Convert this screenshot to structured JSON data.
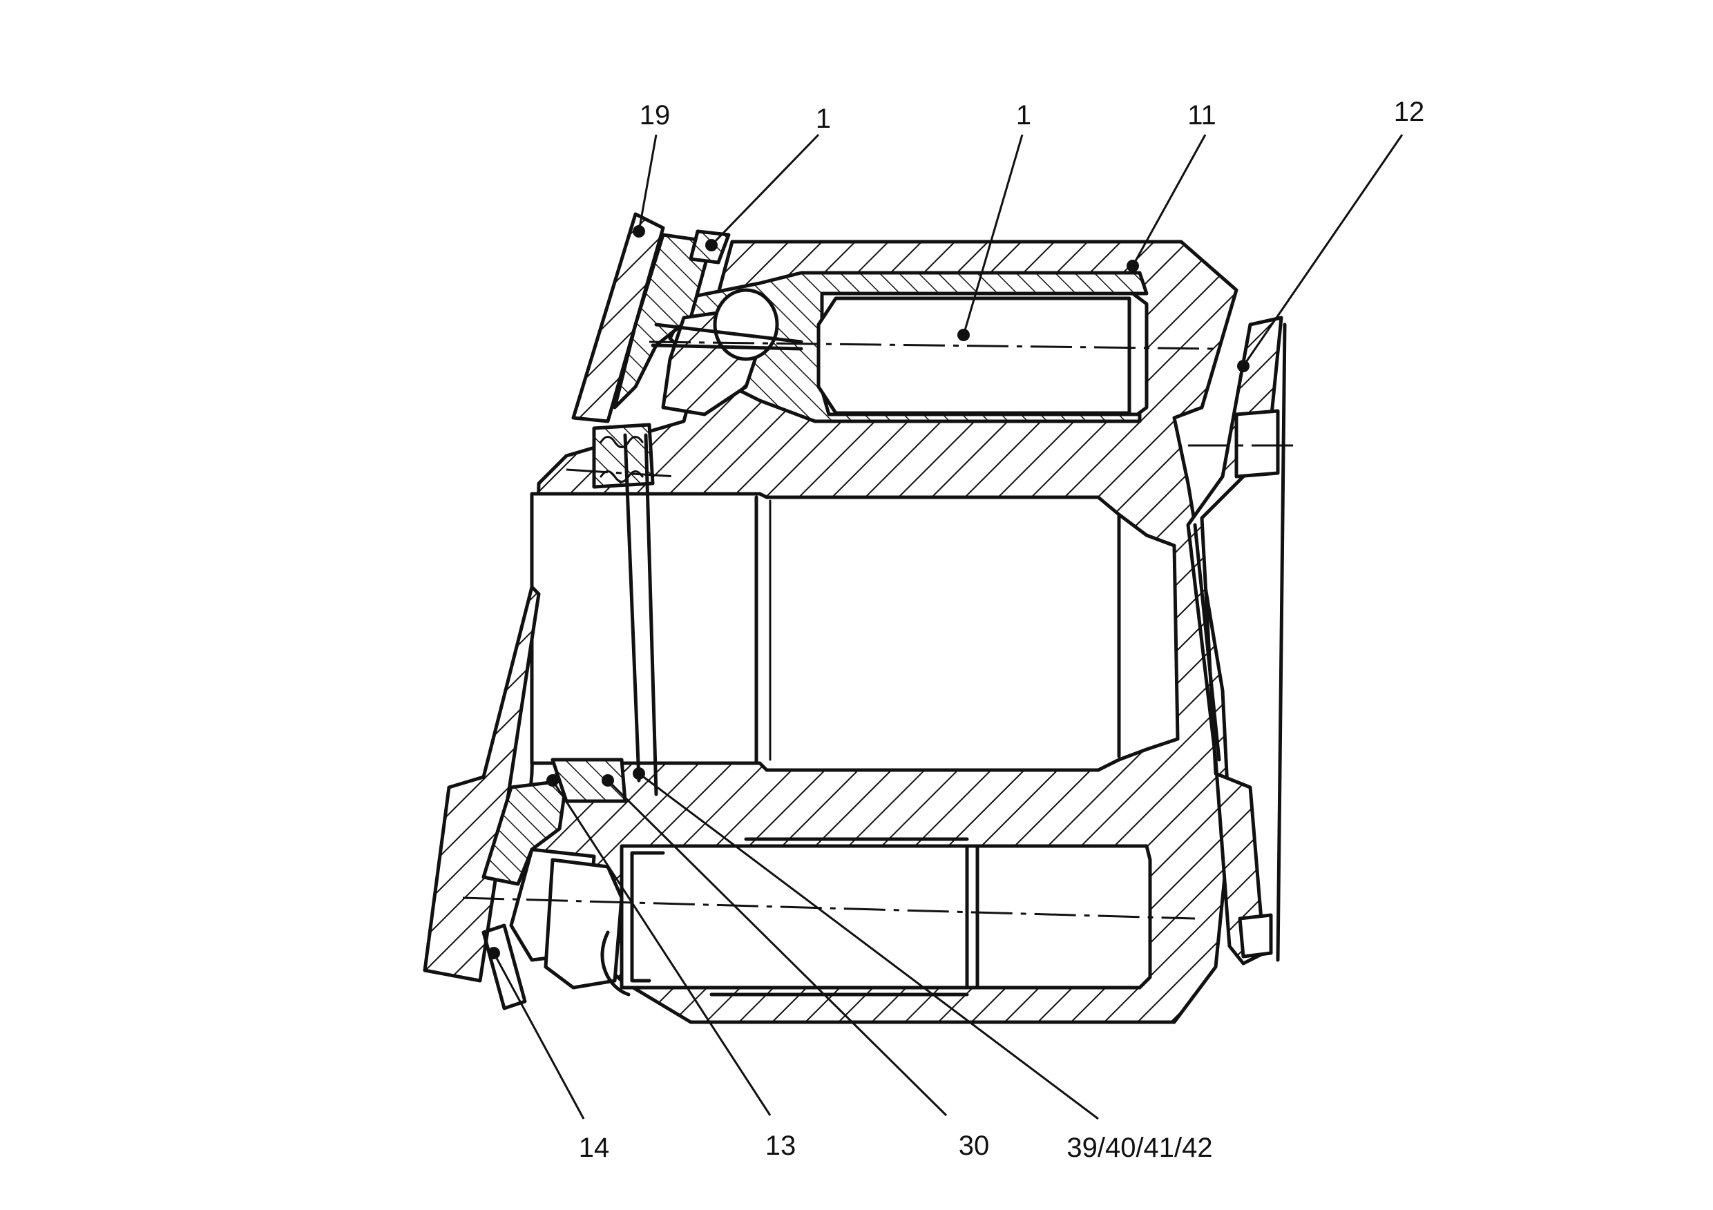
{
  "diagram": {
    "colors": {
      "ink": "#111111",
      "paper": "#ffffff"
    },
    "callouts": [
      {
        "id": "c19",
        "label": "19"
      },
      {
        "id": "c1a",
        "label": "1"
      },
      {
        "id": "c1b",
        "label": "1"
      },
      {
        "id": "c11",
        "label": "11"
      },
      {
        "id": "c12",
        "label": "12"
      },
      {
        "id": "c14",
        "label": "14"
      },
      {
        "id": "c13",
        "label": "13"
      },
      {
        "id": "c30",
        "label": "30"
      },
      {
        "id": "c39",
        "label": "39/40/41/42"
      }
    ]
  }
}
